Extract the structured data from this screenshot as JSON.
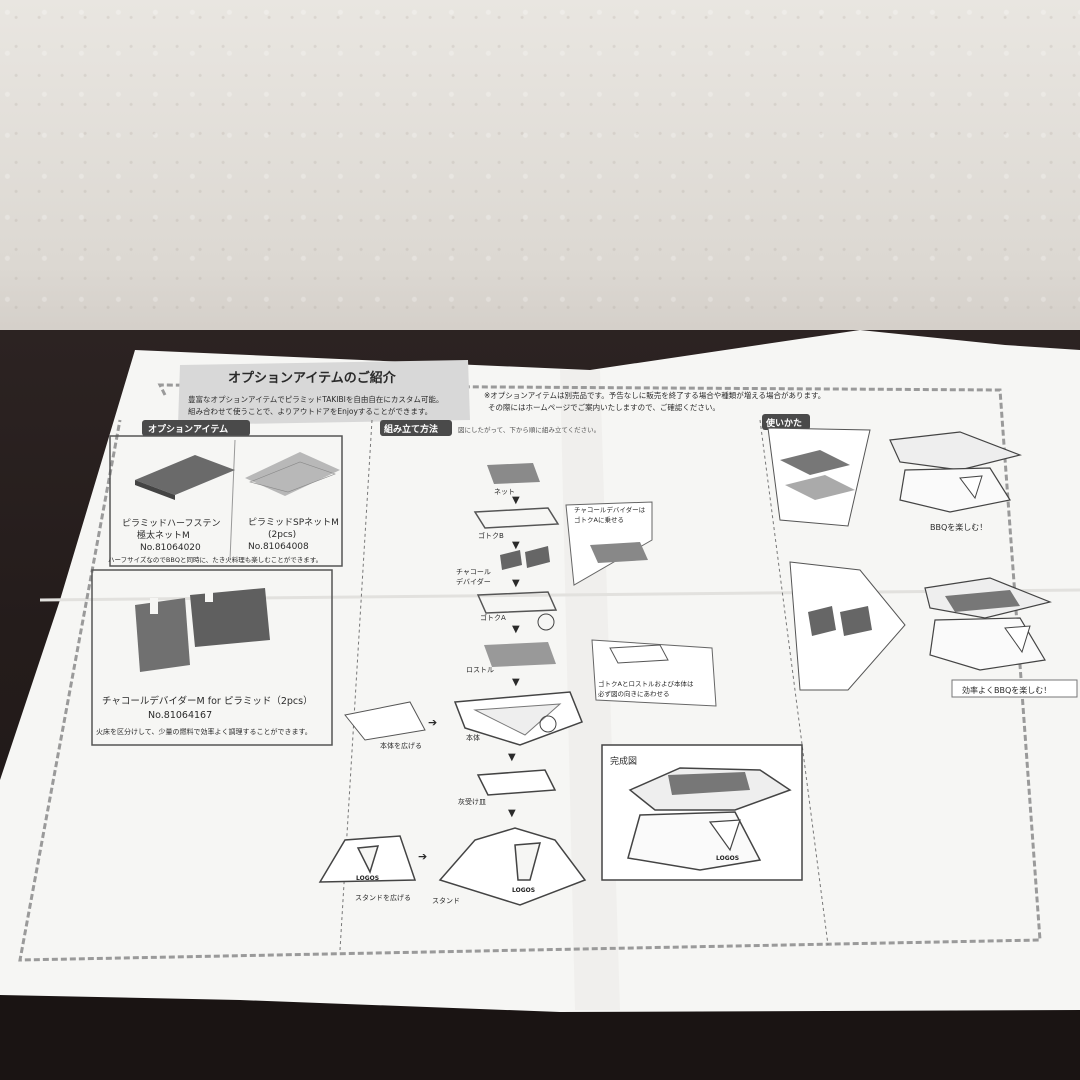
{
  "header": {
    "title": "オプションアイテムのご紹介",
    "intro_line1": "豊富なオプションアイテムでピラミッドTAKIBIを自由自在にカスタム可能。",
    "intro_line2": "組み合わせて使うことで、よりアウトドアをEnjoyすることができます。",
    "notice_line1": "※オプションアイテムは別売品です。予告なしに販売を終了する場合や種類が増える場合があります。",
    "notice_line2": "その際にはホームページでご案内いたしますので、ご確認ください。"
  },
  "options": {
    "section_label": "オプションアイテム",
    "item1_name1": "ピラミッドハーフステン",
    "item1_name2": "極太ネットM",
    "item1_no": "No.81064020",
    "item2_name1": "ピラミッドSPネットM",
    "item2_name2": "(2pcs)",
    "item2_no": "No.81064008",
    "note1": "ハーフサイズなのでBBQと同時に、たき火料理も楽しむことができます。",
    "item3_name": "チャコールデバイダーM for ピラミッド（2pcs）",
    "item3_no": "No.81064167",
    "note2": "火床を区分けして、少量の燃料で効率よく調理することができます。"
  },
  "assembly": {
    "section_label": "組み立て方法",
    "subtitle": "図にしたがって、下から順に組み立てください。",
    "net": "ネット",
    "gotoku_b": "ゴトクB",
    "callout1_line1": "チャコールデバイダーは",
    "callout1_line2": "ゴトクAに乗せる",
    "divider_line1": "チャコール",
    "divider_line2": "デバイダー",
    "gotoku_a": "ゴトクA",
    "rostle": "ロストル",
    "callout2_line1": "ゴトクAとロストルおよび本体は",
    "callout2_line2": "必ず図の向きにあわせる",
    "spread_body": "本体を広げる",
    "body": "本体",
    "ash_tray": "灰受け皿",
    "complete": "完成図",
    "spread_stand": "スタンドを広げる",
    "stand": "スタンド",
    "logo": "LOGOS"
  },
  "usage": {
    "section_label": "使いかた",
    "caption1": "BBQを楽しむ！",
    "caption2": "効率よくBBQを楽しむ！"
  }
}
